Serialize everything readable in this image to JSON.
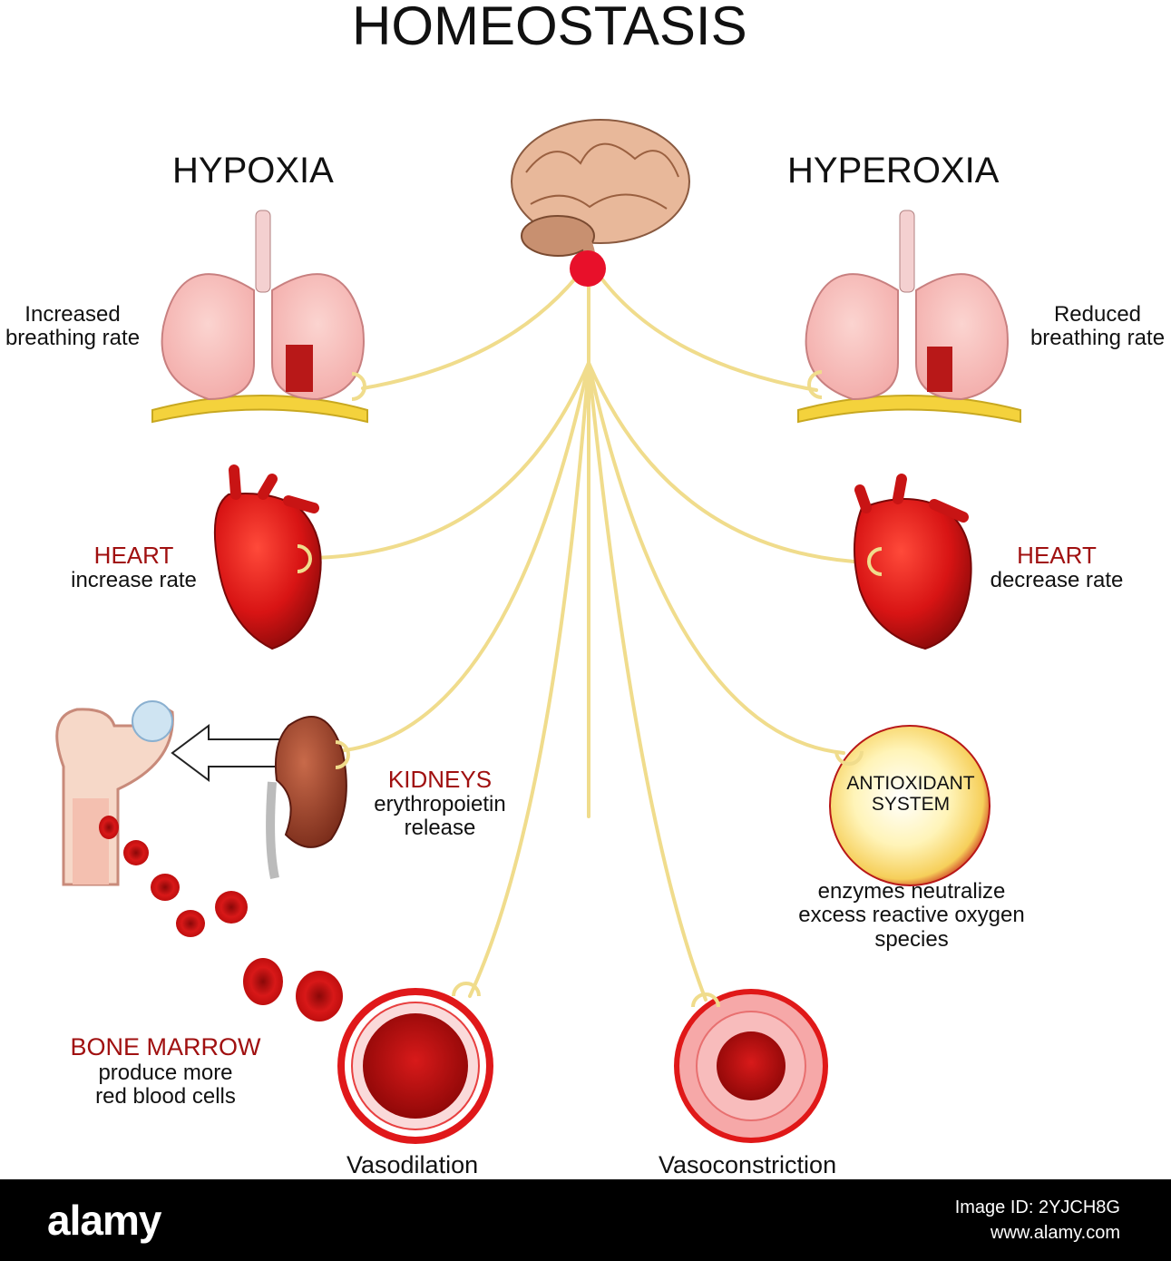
{
  "title": "HOMEOSTASIS",
  "left_heading": "HYPOXIA",
  "right_heading": "HYPEROXIA",
  "labels": {
    "increased_breathing": [
      "Increased",
      "breathing rate"
    ],
    "reduced_breathing": [
      "Reduced",
      "breathing rate"
    ],
    "heart_left": {
      "title": "HEART",
      "text": "increase rate"
    },
    "heart_right": {
      "title": "HEART",
      "text": "decrease rate"
    },
    "kidneys": {
      "title": "KIDNEYS",
      "lines": [
        "erythropoietin",
        "release"
      ]
    },
    "antioxidant_inner": [
      "ANTIOXIDANT",
      "SYSTEM"
    ],
    "antioxidant_text": [
      "enzymes neutralize",
      "excess reactive oxygen",
      "species"
    ],
    "bone_marrow": {
      "title": "BONE MARROW",
      "lines": [
        "produce more",
        "red blood cells"
      ]
    },
    "vasodilation": "Vasodilation",
    "vasoconstriction": "Vasoconstriction"
  },
  "footer": {
    "brand": "alamy",
    "image_id": "Image ID: 2YJCH8G",
    "url": "www.alamy.com"
  },
  "colors": {
    "nerve": "#f0dc8c",
    "accent_red": "#a01010",
    "nucleus": "#e8102a",
    "brain": "#e8b89a"
  }
}
